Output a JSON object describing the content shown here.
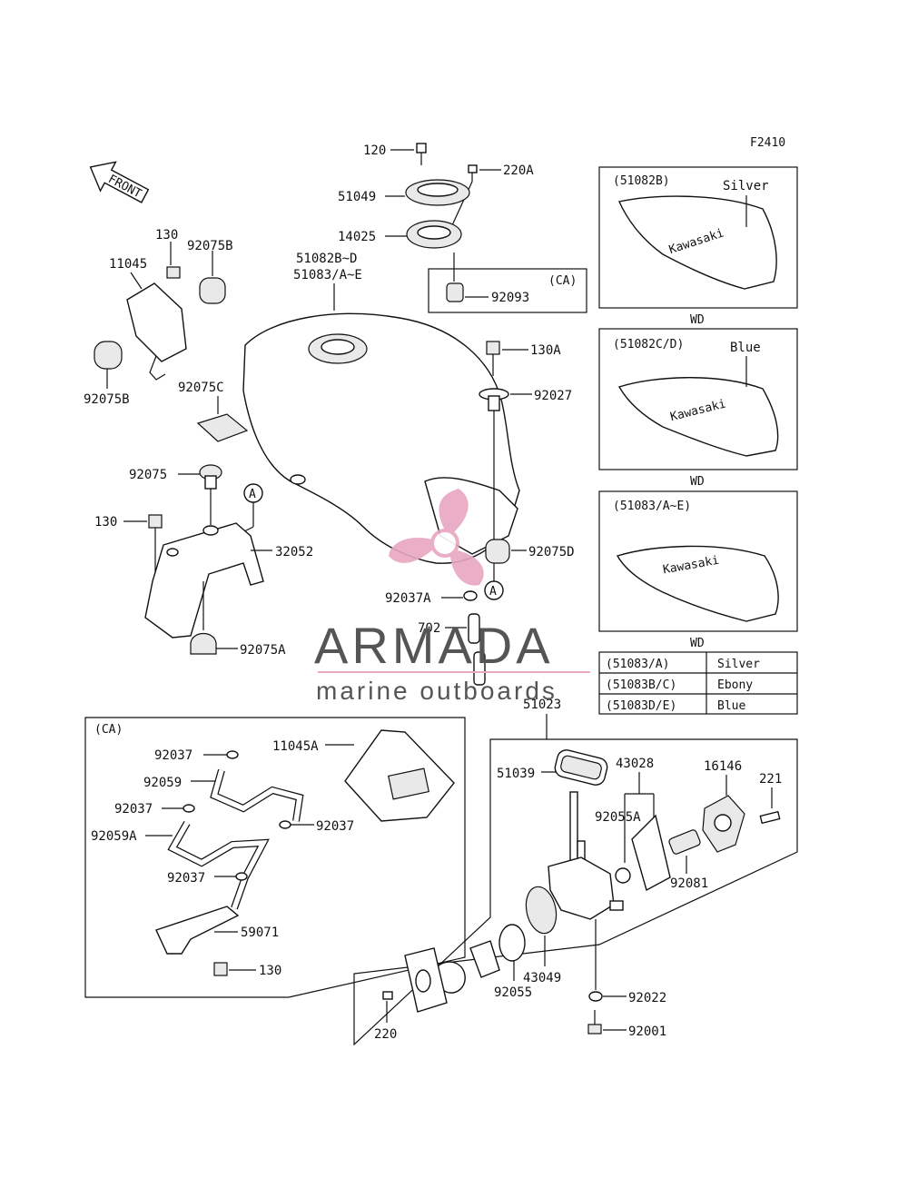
{
  "figure_code": "F2410",
  "front_label": "FRONT",
  "variants": [
    {
      "code": "(51082B)",
      "color": "Silver",
      "region": "WD"
    },
    {
      "code": "(51082C/D)",
      "color": "Blue",
      "region": "WD"
    },
    {
      "code": "(51083/A~E)",
      "color": "",
      "region": "WD"
    }
  ],
  "tank_brand": "Kawasaki",
  "color_table": [
    {
      "code": "(51083/A)",
      "color": "Silver"
    },
    {
      "code": "(51083B/C)",
      "color": "Ebony"
    },
    {
      "code": "(51083D/E)",
      "color": "Blue"
    }
  ],
  "ca_label": "(CA)",
  "callout_a": "A",
  "parts": {
    "p120": "120",
    "p220A": "220A",
    "p51049": "51049",
    "p14025": "14025",
    "p92093": "92093",
    "tank1": "51082B~D",
    "tank2": "51083/A~E",
    "p130a": "130",
    "p92075B_top": "92075B",
    "p11045": "11045",
    "p92075B_left": "92075B",
    "p92075C": "92075C",
    "p130A": "130A",
    "p92027": "92027",
    "p92075": "92075",
    "p130b": "130",
    "p32052": "32052",
    "p92075D": "92075D",
    "p92037A": "92037A",
    "p702": "702",
    "p92075A": "92075A",
    "p51023": "51023",
    "p92037_1": "92037",
    "p11045A": "11045A",
    "p92059": "92059",
    "p92037_2": "92037",
    "p92037_3": "92037",
    "p92059A": "92059A",
    "p92037_4": "92037",
    "p59071": "59071",
    "p130c": "130",
    "p51039": "51039",
    "p43028": "43028",
    "p16146": "16146",
    "p221": "221",
    "p92055A": "92055A",
    "p92081": "92081",
    "p43049": "43049",
    "p92055": "92055",
    "p92022": "92022",
    "p92001": "92001",
    "p220": "220"
  },
  "watermark": {
    "title": "ARMADA",
    "subtitle": "marine outboards",
    "color_accent": "#e8a6c0",
    "color_text": "#555555"
  }
}
